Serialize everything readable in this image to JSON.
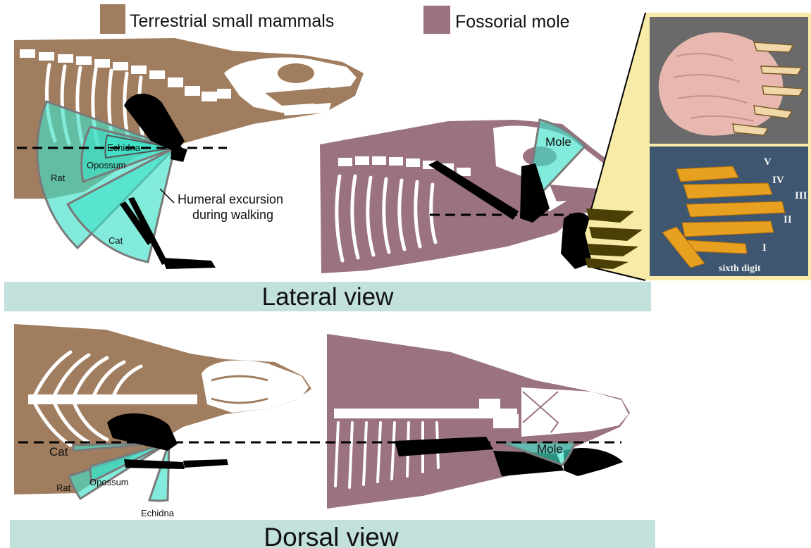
{
  "legend": {
    "terrestrial": {
      "label": "Terrestrial small mammals",
      "color": "#a07d5e"
    },
    "fossorial": {
      "label": "Fossorial mole",
      "color": "#9a7282"
    }
  },
  "lateral": {
    "banner": "Lateral view",
    "sectors": [
      "Rat",
      "Opossum",
      "Echidna",
      "Cat"
    ],
    "mole_label": "Mole",
    "annotation_line1": "Humeral excursion",
    "annotation_line2": "during walking"
  },
  "dorsal": {
    "banner": "Dorsal view",
    "sectors": [
      "Cat",
      "Rat",
      "Opossum",
      "Echidna"
    ],
    "mole_label": "Mole"
  },
  "inset": {
    "digits": [
      "V",
      "IV",
      "III",
      "II",
      "I"
    ],
    "sixth_digit": "sixth digit"
  },
  "colors": {
    "sector_fill": "#40e0c8",
    "banner": "#c2e0dc",
    "inset_bg": "#f8eba8",
    "bone": "#ffffff",
    "black": "#000000"
  }
}
